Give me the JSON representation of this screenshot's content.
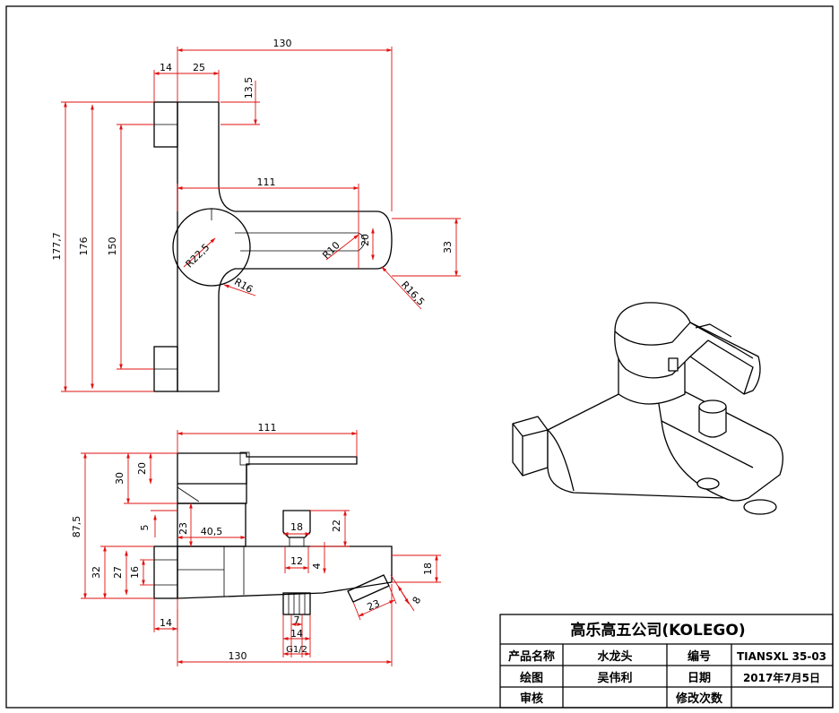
{
  "dimensions": {
    "top_overall_width": "130",
    "top_left_body": "14",
    "top_left_offset": "25",
    "top_nut_height": "13,5",
    "top_spout_length": "111",
    "height_overall": "177,7",
    "height_outer": "176",
    "height_centers": "150",
    "radius_hub": "R22,5",
    "radius_spout_inner": "R10",
    "spout_width": "20",
    "spout_tip_height": "33",
    "radius_tip": "R16,5",
    "radius_fillet": "R16",
    "side_spout_length": "111",
    "side_handle_height": "30",
    "side_handle_inner": "20",
    "side_overall_height": "87,5",
    "side_gap": "5",
    "side_neck": "23",
    "side_offset": "40,5",
    "side_button_width": "18",
    "side_button_height": "22",
    "side_button_stem": "12",
    "side_button_base": "4",
    "side_body_height": "32",
    "side_body_inner": "27",
    "side_nut": "16",
    "side_outlet_height": "18",
    "side_outlet_angle_dim": "8",
    "side_outlet_length": "23",
    "side_foot_width": "14",
    "side_pipe_stem": "7",
    "side_pipe_width": "14",
    "side_pipe_thread": "G1/2",
    "side_overall_width": "130"
  },
  "title_block": {
    "company": "高乐高五公司(KOLEGO)",
    "product_label": "产品名称",
    "product_value": "水龙头",
    "number_label": "编号",
    "number_value": "TIANSXL 35-03",
    "drawn_label": "绘图",
    "drawn_value": "吴伟利",
    "date_label": "日期",
    "date_value": "2017年7月5日",
    "review_label": "审核",
    "revision_label": "修改次数"
  }
}
